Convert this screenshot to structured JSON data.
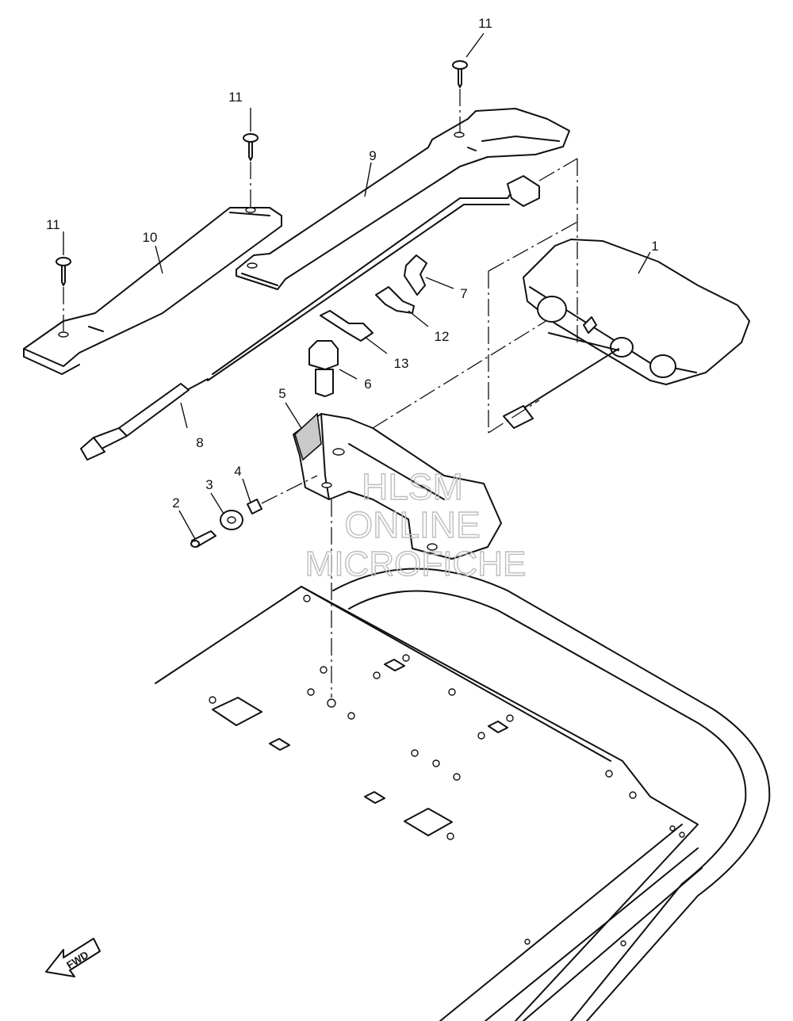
{
  "callouts": [
    {
      "id": "1",
      "label": "1"
    },
    {
      "id": "2",
      "label": "2"
    },
    {
      "id": "3",
      "label": "3"
    },
    {
      "id": "4",
      "label": "4"
    },
    {
      "id": "5",
      "label": "5"
    },
    {
      "id": "6",
      "label": "6"
    },
    {
      "id": "7",
      "label": "7"
    },
    {
      "id": "8",
      "label": "8"
    },
    {
      "id": "9",
      "label": "9"
    },
    {
      "id": "10",
      "label": "10"
    },
    {
      "id": "11a",
      "label": "11"
    },
    {
      "id": "11b",
      "label": "11"
    },
    {
      "id": "11c",
      "label": "11"
    },
    {
      "id": "12",
      "label": "12"
    },
    {
      "id": "13",
      "label": "13"
    }
  ],
  "watermark": {
    "line1": "HLSM",
    "line2": "ONLINE",
    "line3": "MICROFICHE"
  },
  "direction_arrow": {
    "label": "FWD"
  }
}
